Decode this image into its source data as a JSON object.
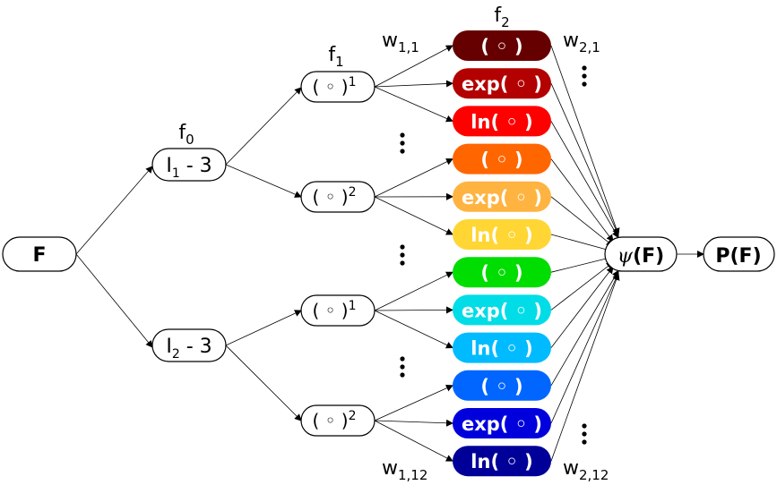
{
  "diagram": {
    "input_node": {
      "label": "F"
    },
    "level0": {
      "title": "f",
      "title_sub": "0",
      "nodes": [
        {
          "base": "I",
          "sub": "1",
          "suffix": " - 3"
        },
        {
          "base": "I",
          "sub": "2",
          "suffix": " - 3"
        }
      ]
    },
    "level1": {
      "title": "f",
      "title_sub": "1",
      "nodes": [
        {
          "label": "( ◦ )",
          "sup": "1"
        },
        {
          "label": "( ◦ )",
          "sup": "2"
        },
        {
          "label": "( ◦ )",
          "sup": "1"
        },
        {
          "label": "( ◦ )",
          "sup": "2"
        }
      ]
    },
    "level2": {
      "title": "f",
      "title_sub": "2",
      "nodes": [
        {
          "label": "( ◦ )",
          "color": "#660000"
        },
        {
          "label": "exp( ◦ )",
          "color": "#b30000"
        },
        {
          "label": "ln( ◦ )",
          "color": "#ff0000"
        },
        {
          "label": "( ◦ )",
          "color": "#ff6600"
        },
        {
          "label": "exp( ◦ )",
          "color": "#ffb340"
        },
        {
          "label": "ln( ◦ )",
          "color": "#ffd633"
        },
        {
          "label": "( ◦ )",
          "color": "#00dd00"
        },
        {
          "label": "exp( ◦ )",
          "color": "#00dde6"
        },
        {
          "label": "ln( ◦ )",
          "color": "#00bbff"
        },
        {
          "label": "( ◦ )",
          "color": "#0066ff"
        },
        {
          "label": "exp( ◦ )",
          "color": "#0000dd"
        },
        {
          "label": "ln( ◦ )",
          "color": "#000099"
        }
      ]
    },
    "weights": {
      "w1_first": {
        "base": "w",
        "sub": "1,1"
      },
      "w1_last": {
        "base": "w",
        "sub": "1,12"
      },
      "w2_first": {
        "base": "w",
        "sub": "2,1"
      },
      "w2_last": {
        "base": "w",
        "sub": "2,12"
      }
    },
    "psi_node": {
      "symbol": "ψ",
      "arg": "(F)"
    },
    "output_node": {
      "label": "P(F)"
    },
    "ellipsis": "⋮"
  }
}
